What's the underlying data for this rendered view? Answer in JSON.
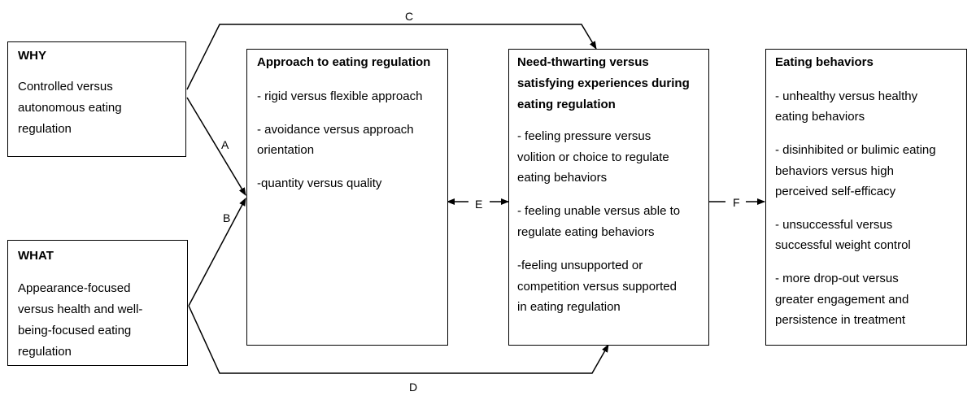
{
  "boxes": {
    "why": {
      "title": "WHY",
      "lines": [
        "Controlled versus",
        "autonomous eating",
        "regulation"
      ]
    },
    "what": {
      "title": "WHAT",
      "lines": [
        "Appearance-focused",
        "versus health and well-",
        "being-focused eating",
        "regulation"
      ]
    },
    "approach": {
      "title": "Approach to eating regulation",
      "lines": [
        "- rigid versus flexible approach",
        "- avoidance versus  approach",
        "orientation",
        "-quantity versus quality"
      ]
    },
    "need": {
      "title_lines": [
        "Need-thwarting versus",
        "satisfying experiences during",
        "eating regulation"
      ],
      "lines": [
        "- feeling pressure versus",
        "volition or choice to regulate",
        "eating behaviors",
        "- feeling unable versus able to",
        "regulate eating behaviors",
        "-feeling unsupported or",
        "competition versus supported",
        "in eating regulation"
      ]
    },
    "behaviors": {
      "title": "Eating behaviors",
      "lines": [
        "- unhealthy versus healthy",
        "eating behaviors",
        "- disinhibited or bulimic eating",
        "behaviors versus high",
        "perceived self-efficacy",
        "- unsuccessful versus",
        "successful weight control",
        "- more drop-out versus",
        "greater engagement and",
        "persistence in treatment"
      ]
    }
  },
  "arrow_labels": {
    "a": "A",
    "b": "B",
    "c": "C",
    "d": "D",
    "e": "E",
    "f": "F"
  }
}
